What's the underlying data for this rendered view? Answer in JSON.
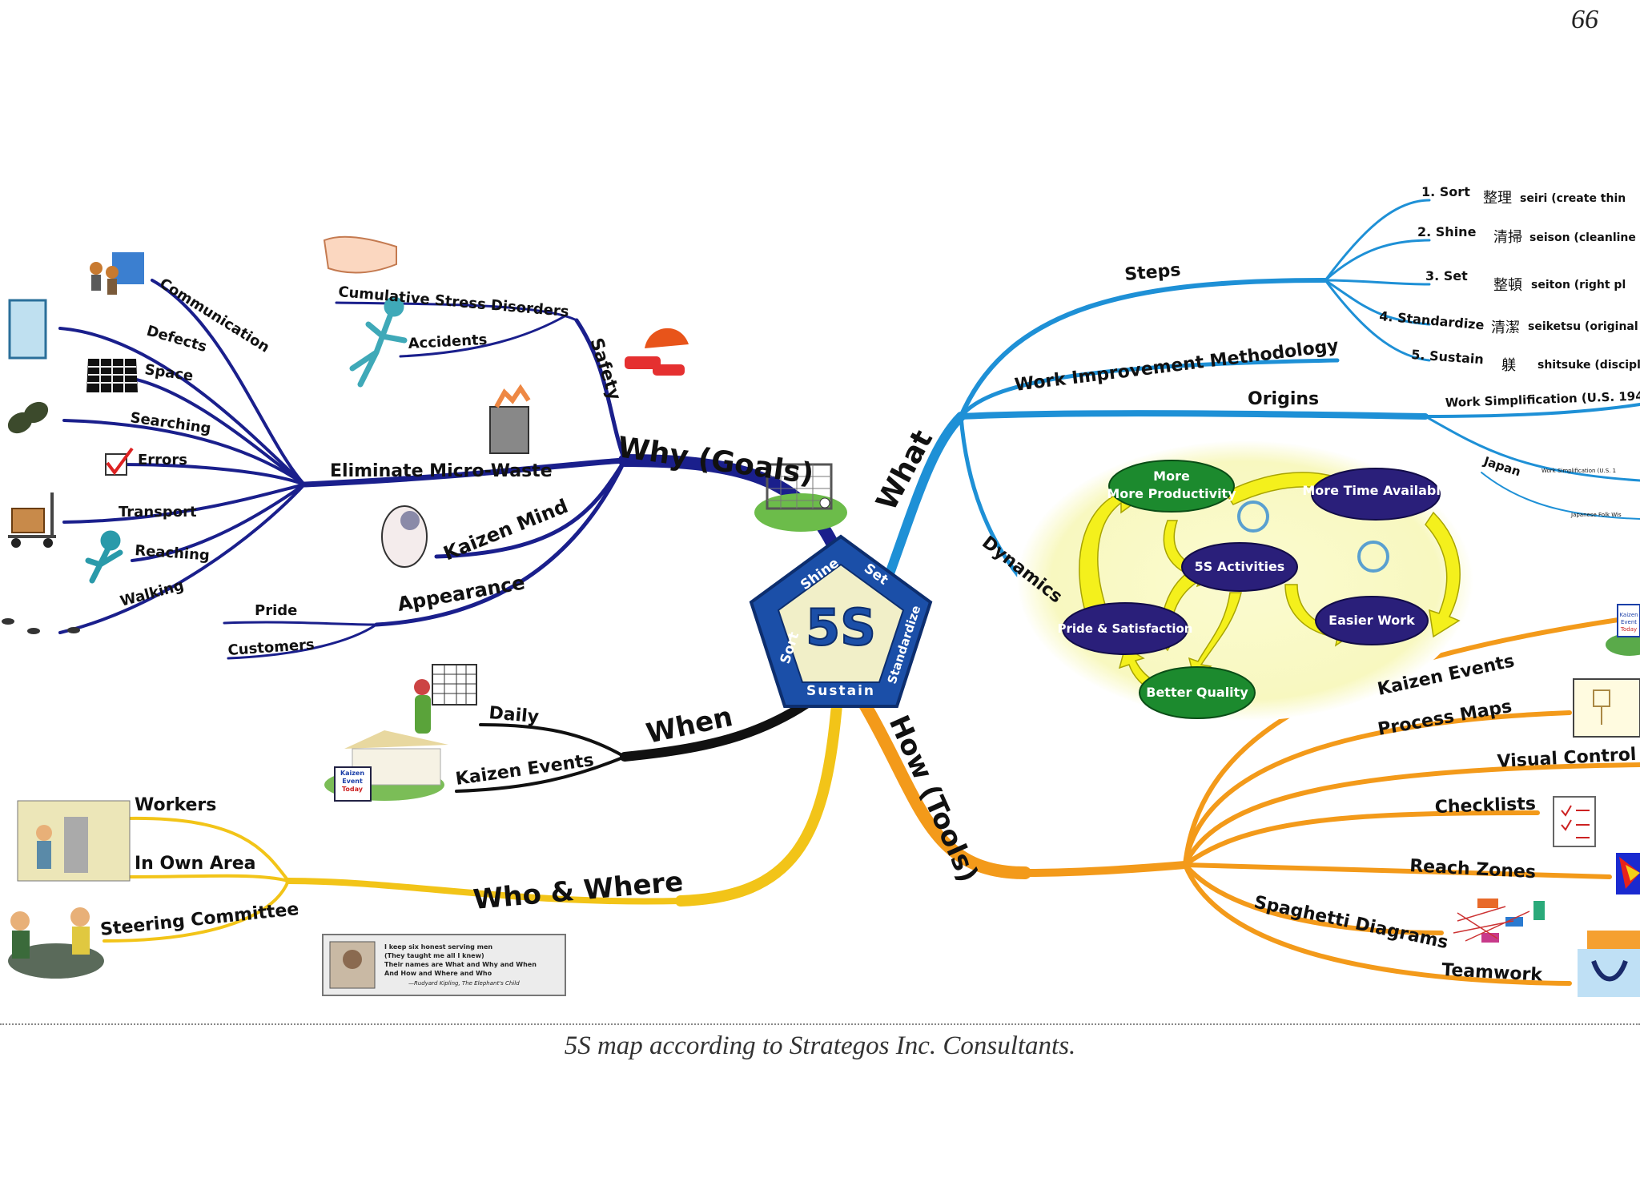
{
  "page_number": "66",
  "caption": "5S map according to Strategos Inc. Consultants.",
  "colors": {
    "why": "#1a1f8c",
    "what": "#1e90d6",
    "how": "#f39a1a",
    "who": "#f2c418",
    "when": "#111111",
    "center": "#1b4fa8",
    "cycle_node": "#2a1f7a",
    "cycle_green": "#1c8a2e",
    "cycle_arrow": "#f4f01c"
  },
  "center": {
    "label": "5S",
    "ring": [
      "Shine",
      "Set",
      "Standardize",
      "Sustain",
      "Sort"
    ]
  },
  "branches": {
    "why": {
      "label": "Why (Goals)",
      "eliminate": "Eliminate Micro-Waste",
      "waste_items": [
        "Communication",
        "Defects",
        "Space",
        "Searching",
        "Errors",
        "Transport",
        "Reaching",
        "Walking"
      ],
      "safety": "Safety",
      "safety_items": [
        "Cumulative Stress Disorders",
        "Accidents"
      ],
      "kaizen_mind": "Kaizen Mind",
      "appearance": "Appearance",
      "appearance_items": [
        "Pride",
        "Customers"
      ]
    },
    "what": {
      "label": "What",
      "steps": "Steps",
      "step_items": [
        "1. Sort",
        "2. Shine",
        "3. Set",
        "4. Standardize",
        "5. Sustain"
      ],
      "kanji": [
        "整理",
        "清掃",
        "整頓",
        "清潔",
        "躾"
      ],
      "romaji": [
        "seiri (create thin",
        "seison (cleanline",
        "seiton (right pl",
        "seiketsu (original",
        "shitsuke (discipli"
      ],
      "work_improvement": "Work Improvement Methodology",
      "origins": "Origins",
      "origin_items": [
        "Work Simplification (U.S. 194",
        "Japan"
      ],
      "japan_items": [
        "Work Simplification (U.S. 1",
        "Japanese Folk Wis"
      ],
      "dynamics": "Dynamics",
      "cycle": {
        "center": "5S Activities",
        "nodes": [
          "More Productivity",
          "More Time Available",
          "Easier Work",
          "Better Quality",
          "Pride & Satisfaction"
        ]
      }
    },
    "how": {
      "label": "How (Tools)",
      "items": [
        "Kaizen Events",
        "Process Maps",
        "Visual Control",
        "Checklists",
        "Reach Zones",
        "Spaghetti Diagrams",
        "Teamwork"
      ],
      "kaizen_sign": [
        "Kaizen",
        "Event",
        "Today"
      ]
    },
    "when": {
      "label": "When",
      "items": [
        "Daily",
        "Kaizen Events"
      ],
      "sign": [
        "Kaizen",
        "Event",
        "Today"
      ]
    },
    "who": {
      "label": "Who & Where",
      "items": [
        "Workers",
        "In Own Area",
        "Steering Committee"
      ]
    }
  },
  "quote": {
    "lines": [
      "I keep six honest serving men",
      "(They taught me all I knew)",
      "Their names are What and Why and When",
      "And How and Where and Who"
    ],
    "author": "—Rudyard Kipling, The Elephant's Child"
  }
}
